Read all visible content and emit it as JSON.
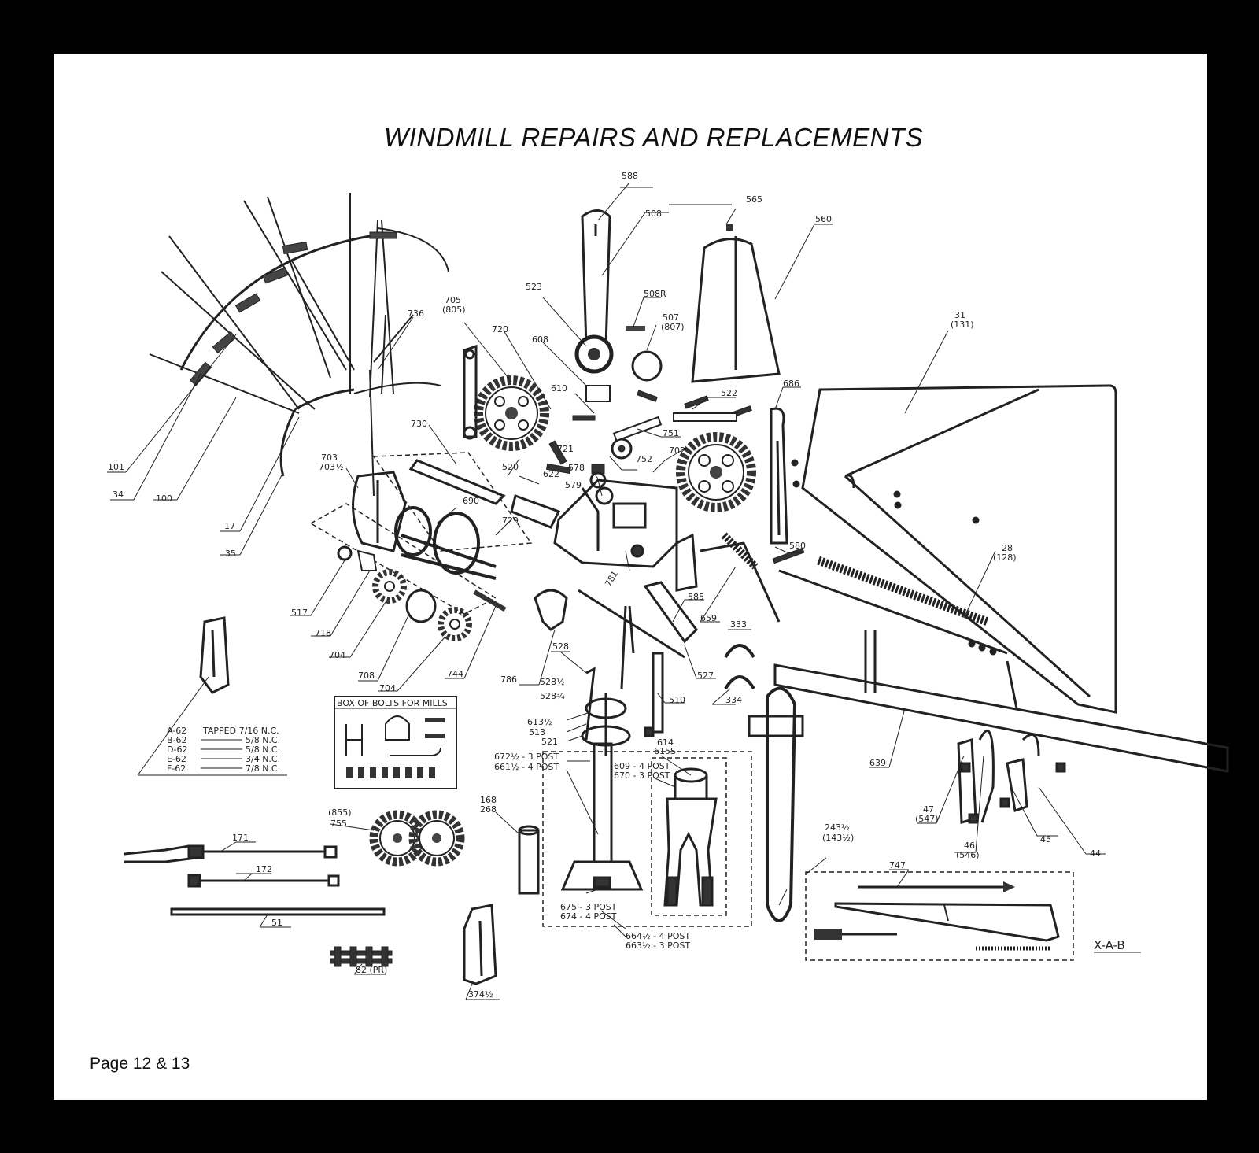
{
  "title": "WINDMILL REPAIRS AND REPLACEMENTS",
  "page_label": "Page 12 & 13",
  "drawing_code": "X-A-B",
  "box_of_bolts": {
    "heading": "BOX OF BOLTS FOR MILLS"
  },
  "tapped_table": [
    {
      "code": "A-62",
      "spec": "TAPPED 7/16 N.C."
    },
    {
      "code": "B-62",
      "spec": "5/8 N.C."
    },
    {
      "code": "D-62",
      "spec": "5/8 N.C."
    },
    {
      "code": "E-62",
      "spec": "3/4 N.C."
    },
    {
      "code": "F-62",
      "spec": "7/8 N.C."
    }
  ],
  "callouts": {
    "c588": "588",
    "c565": "565",
    "c508": "508",
    "c560": "560",
    "c523": "523",
    "c508r": "508R",
    "c507a": "507",
    "c507b": "(807)",
    "c705a": "705",
    "c705b": "(805)",
    "c720": "720",
    "c608": "608",
    "c610": "610",
    "c522": "522",
    "c686": "686",
    "c31a": "31",
    "c31b": "(131)",
    "c736": "736",
    "c751": "751",
    "c730": "730",
    "c702": "702",
    "c752": "752",
    "c721": "721",
    "c578": "578",
    "c520": "520",
    "c622": "622",
    "c579": "579",
    "c703a": "703",
    "c703b": "703½",
    "c690": "690",
    "c729": "729",
    "c580": "580",
    "c28a": "28",
    "c28b": "(128)",
    "c101": "101",
    "c34": "34",
    "c100": "100",
    "c17": "17",
    "c35": "35",
    "c781": "781",
    "c517": "517",
    "c718": "718",
    "c704a": "704",
    "c708": "708",
    "c704b": "704",
    "c744": "744",
    "c585": "585",
    "c659": "659",
    "c333": "333",
    "c334": "334",
    "c528": "528",
    "c528h": "528½",
    "c528t": "528¾",
    "c786": "786",
    "c527": "527",
    "c510": "510",
    "c613": "613½",
    "c513": "513",
    "c521": "521",
    "c672": "672½ - 3 POST",
    "c661": "661½ - 4 POST",
    "c614": "614",
    "c615": "615S",
    "c609": "609 - 4 POST",
    "c670": "670 - 3 POST",
    "c639": "639",
    "c47a": "47",
    "c47b": "(547)",
    "c46a": "46",
    "c46b": "(546)",
    "c45": "45",
    "c44": "44",
    "c855": "(855)",
    "c755": "755",
    "c168": "168",
    "c268": "268",
    "c171": "171",
    "c172": "172",
    "c51": "51",
    "c675": "675 - 3 POST",
    "c674": "674 - 4 POST",
    "c664": "664½ - 4 POST",
    "c663": "663½ - 3 POST",
    "c243a": "243½",
    "c243b": "(143½)",
    "c747": "747",
    "c82": "82 (PR)",
    "c374": "374½"
  }
}
